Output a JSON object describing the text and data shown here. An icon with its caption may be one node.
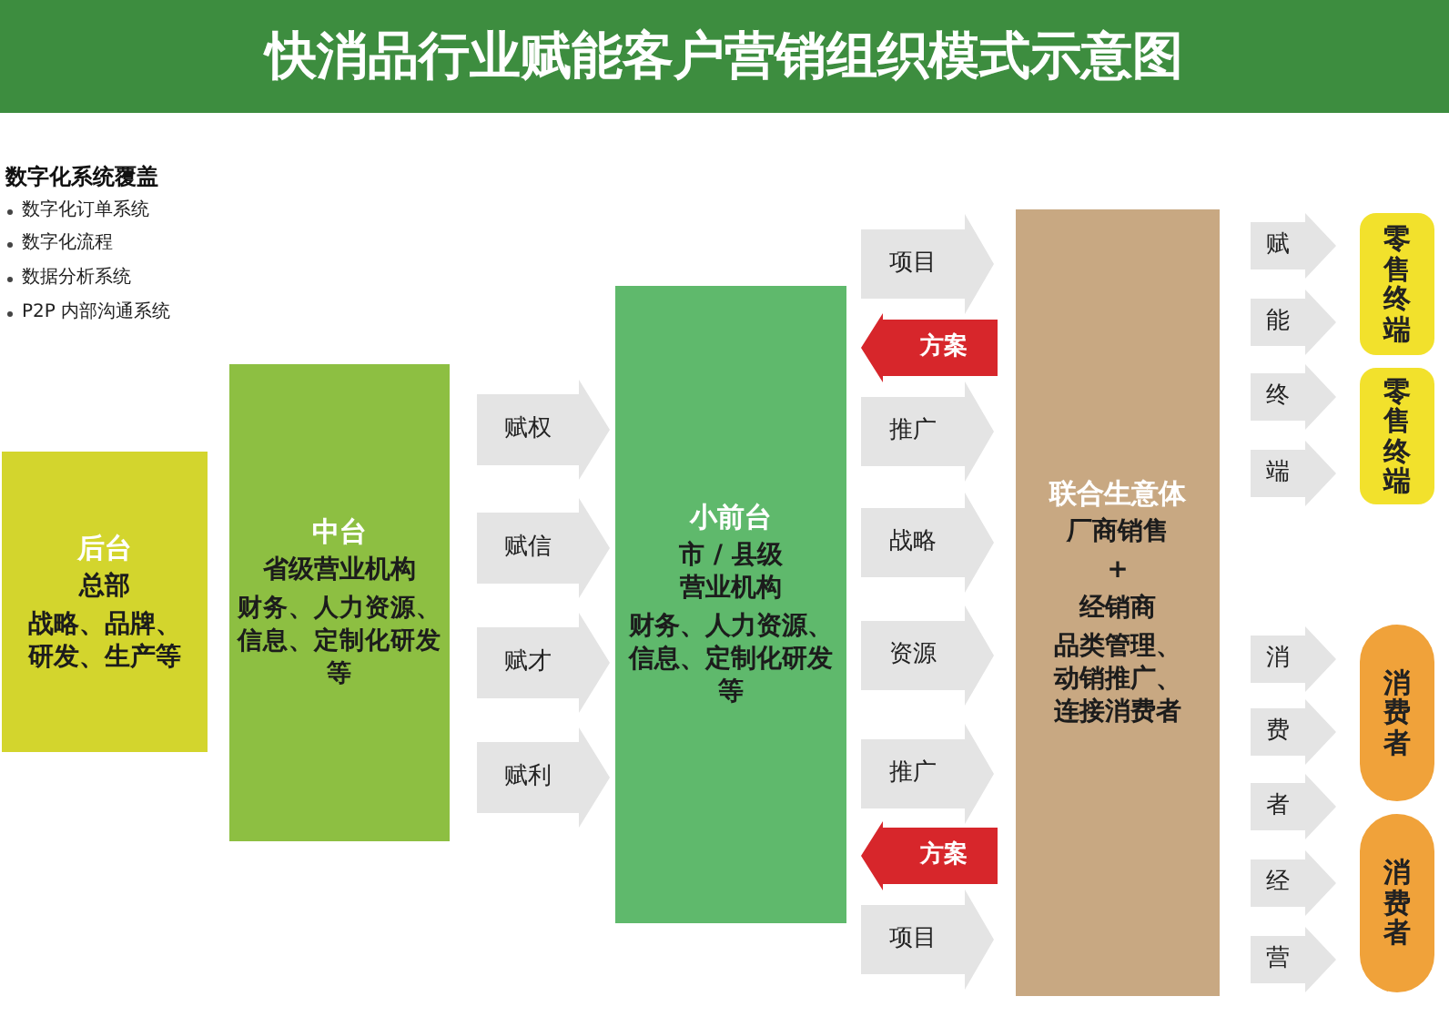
{
  "diagram": {
    "title": "快消品行业赋能客户营销组织模式示意图",
    "nodes": [
      {
        "text": [
          "后台",
          "总部",
          "战略、品牌、研发、生产等"
        ]
      },
      {
        "text": [
          "中台",
          "省级营业机构",
          "财务、人力资源、信息、定制化研发等"
        ]
      },
      {
        "text": [
          "小前台",
          "市 / 县级营业机构",
          "财务、人力资源、信息、定制化研发等"
        ]
      },
      {
        "text": [
          "联合生意体",
          "厂商销售",
          "+",
          "经销商",
          "品类管理、动销推广、连接消费者"
        ]
      },
      {
        "text": [
          "零售终端"
        ]
      },
      {
        "text": [
          "零售终端"
        ]
      },
      {
        "text": [
          "消费者"
        ]
      },
      {
        "text": [
          "消费者"
        ]
      }
    ],
    "edges": [
      {
        "from": 1,
        "to": 2,
        "label": "赋权",
        "arrow": "to"
      },
      {
        "from": 1,
        "to": 2,
        "label": "赋信",
        "arrow": "to"
      },
      {
        "from": 1,
        "to": 2,
        "label": "赋才",
        "arrow": "to"
      },
      {
        "from": 1,
        "to": 2,
        "label": "赋利",
        "arrow": "to"
      },
      {
        "from": 2,
        "to": 3,
        "label": "项目",
        "arrow": "to"
      },
      {
        "from": 3,
        "to": 2,
        "label": "方案",
        "arrow": "to",
        "color": "#d7262b"
      },
      {
        "from": 2,
        "to": 3,
        "label": "推广",
        "arrow": "to"
      },
      {
        "from": 2,
        "to": 3,
        "label": "战略",
        "arrow": "to"
      },
      {
        "from": 2,
        "to": 3,
        "label": "资源",
        "arrow": "to"
      },
      {
        "from": 2,
        "to": 3,
        "label": "推广",
        "arrow": "to"
      },
      {
        "from": 3,
        "to": 2,
        "label": "方案",
        "arrow": "to",
        "color": "#d7262b"
      },
      {
        "from": 2,
        "to": 3,
        "label": "项目",
        "arrow": "to"
      },
      {
        "from": 3,
        "to": 4,
        "label": "赋",
        "arrow": "to"
      },
      {
        "from": 3,
        "to": 4,
        "label": "能",
        "arrow": "to"
      },
      {
        "from": 3,
        "to": 5,
        "label": "终",
        "arrow": "to"
      },
      {
        "from": 3,
        "to": 5,
        "label": "端",
        "arrow": "to"
      },
      {
        "from": 3,
        "to": 6,
        "label": "消",
        "arrow": "to"
      },
      {
        "from": 3,
        "to": 6,
        "label": "费",
        "arrow": "to"
      },
      {
        "from": 3,
        "to": 6,
        "label": "者",
        "arrow": "to"
      },
      {
        "from": 3,
        "to": 7,
        "label": "经",
        "arrow": "to"
      },
      {
        "from": 3,
        "to": 7,
        "label": "营",
        "arrow": "to"
      }
    ],
    "labels": [
      "数字化系统覆盖",
      "数字化订单系统",
      "数字化流程",
      "数据分析系统",
      "P2P 内部沟通系统"
    ]
  }
}
